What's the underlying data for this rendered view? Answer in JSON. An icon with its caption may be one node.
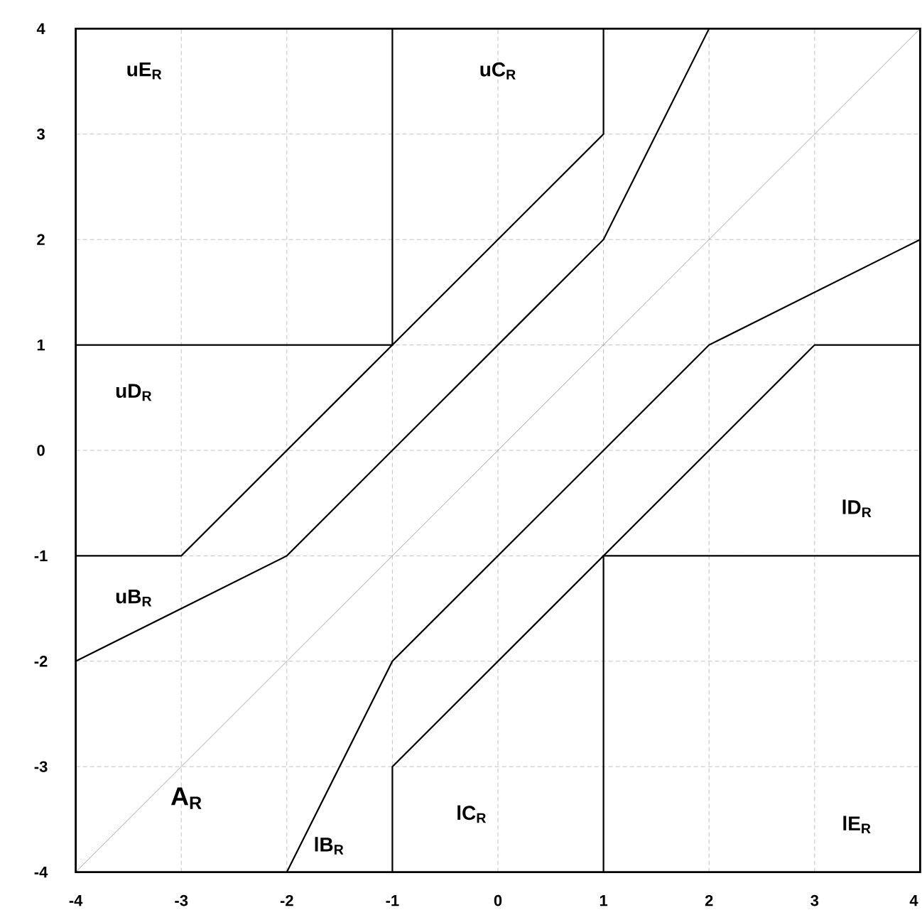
{
  "diagram": {
    "labels": [
      "uE$_{R}$",
      "uC$_{R}$",
      "uD$_{R}$",
      "uB$_{R}$",
      "lD$_{R}$",
      "A$_{R}$",
      "lB$_{R}$",
      "lC$_{R}$",
      "lE$_{R}$",
      "4",
      "3",
      "2",
      "1",
      "0",
      "-1",
      "-2",
      "-3",
      "-4",
      "-4",
      "-3",
      "-2",
      "-1",
      "0",
      "1",
      "2",
      "3",
      "4"
    ]
  }
}
